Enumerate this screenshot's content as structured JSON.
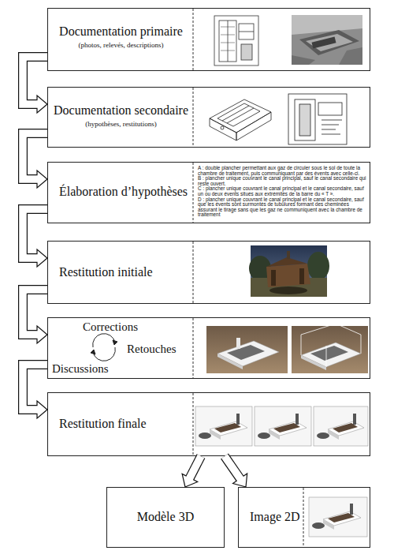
{
  "diagram": {
    "nodes": [
      {
        "text": [
          "Documentation primaire",
          "(photos, relevés, descriptions)"
        ]
      },
      {
        "text": [
          "Documentation secondaire",
          "(hypothèses, restitutions)"
        ]
      },
      {
        "text": [
          "Élaboration d’hypothèses",
          "A : double plancher permettant aux gaz de circuler sous le sol de toute la chambre de traitement, puis communiquant par des évents avec celle-ci.",
          "B : plancher unique couvrant le canal principal, sauf le canal secondaire qui reste ouvert.",
          "C : plancher unique couvrant le canal principal et le canal secondaire, sauf un ou deux évents situés aux extrémités de la barre du « T ».",
          "D : plancher unique couvrant le canal principal et le canal secondaire, sauf que les évents sont surmontés de tubulures formant des cheminées assurant le tirage sans que les gaz ne communiquent avec la chambre de traitement"
        ]
      },
      {
        "text": [
          "Restitution initiale"
        ]
      },
      {
        "text": [
          "Corrections",
          "Retouches",
          "Discussions"
        ]
      },
      {
        "text": [
          "Restitution finale"
        ]
      },
      {
        "text": [
          "Modèle 3D"
        ]
      },
      {
        "text": [
          "Image 2D"
        ]
      }
    ],
    "edges": [
      {
        "from": 0,
        "to": 1,
        "arrow": "to"
      },
      {
        "from": 1,
        "to": 2,
        "arrow": "to"
      },
      {
        "from": 2,
        "to": 3,
        "arrow": "to"
      },
      {
        "from": 3,
        "to": 4,
        "arrow": "to"
      },
      {
        "from": 4,
        "to": 5,
        "arrow": "to"
      },
      {
        "from": 5,
        "to": 6,
        "arrow": "to"
      },
      {
        "from": 5,
        "to": 7,
        "arrow": "to"
      }
    ]
  }
}
